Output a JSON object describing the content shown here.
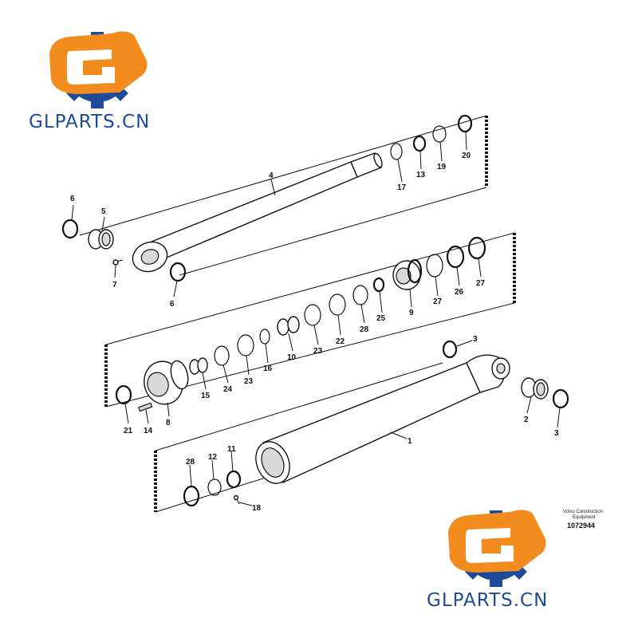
{
  "watermark": {
    "brand": "GLPARTS.CN",
    "orange": "#f28c1e",
    "blue": "#1e4a9a"
  },
  "credit": {
    "line1": "Volvo Construction",
    "line2": "Equipment",
    "number": "1072944"
  },
  "callouts": {
    "c1": "1",
    "c2": "2",
    "c3a": "3",
    "c3b": "3",
    "c4": "4",
    "c5": "5",
    "c6a": "6",
    "c6b": "6",
    "c7": "7",
    "c8": "8",
    "c9": "9",
    "c10": "10",
    "c11": "11",
    "c12": "12",
    "c13": "13",
    "c14": "14",
    "c15": "15",
    "c16": "16",
    "c17": "17",
    "c18": "18",
    "c19": "19",
    "c20": "20",
    "c21": "21",
    "c22": "22",
    "c23a": "23",
    "c23b": "23",
    "c24": "24",
    "c25": "25",
    "c26": "26",
    "c27a": "27",
    "c27b": "27",
    "c28a": "28",
    "c28b": "28"
  }
}
